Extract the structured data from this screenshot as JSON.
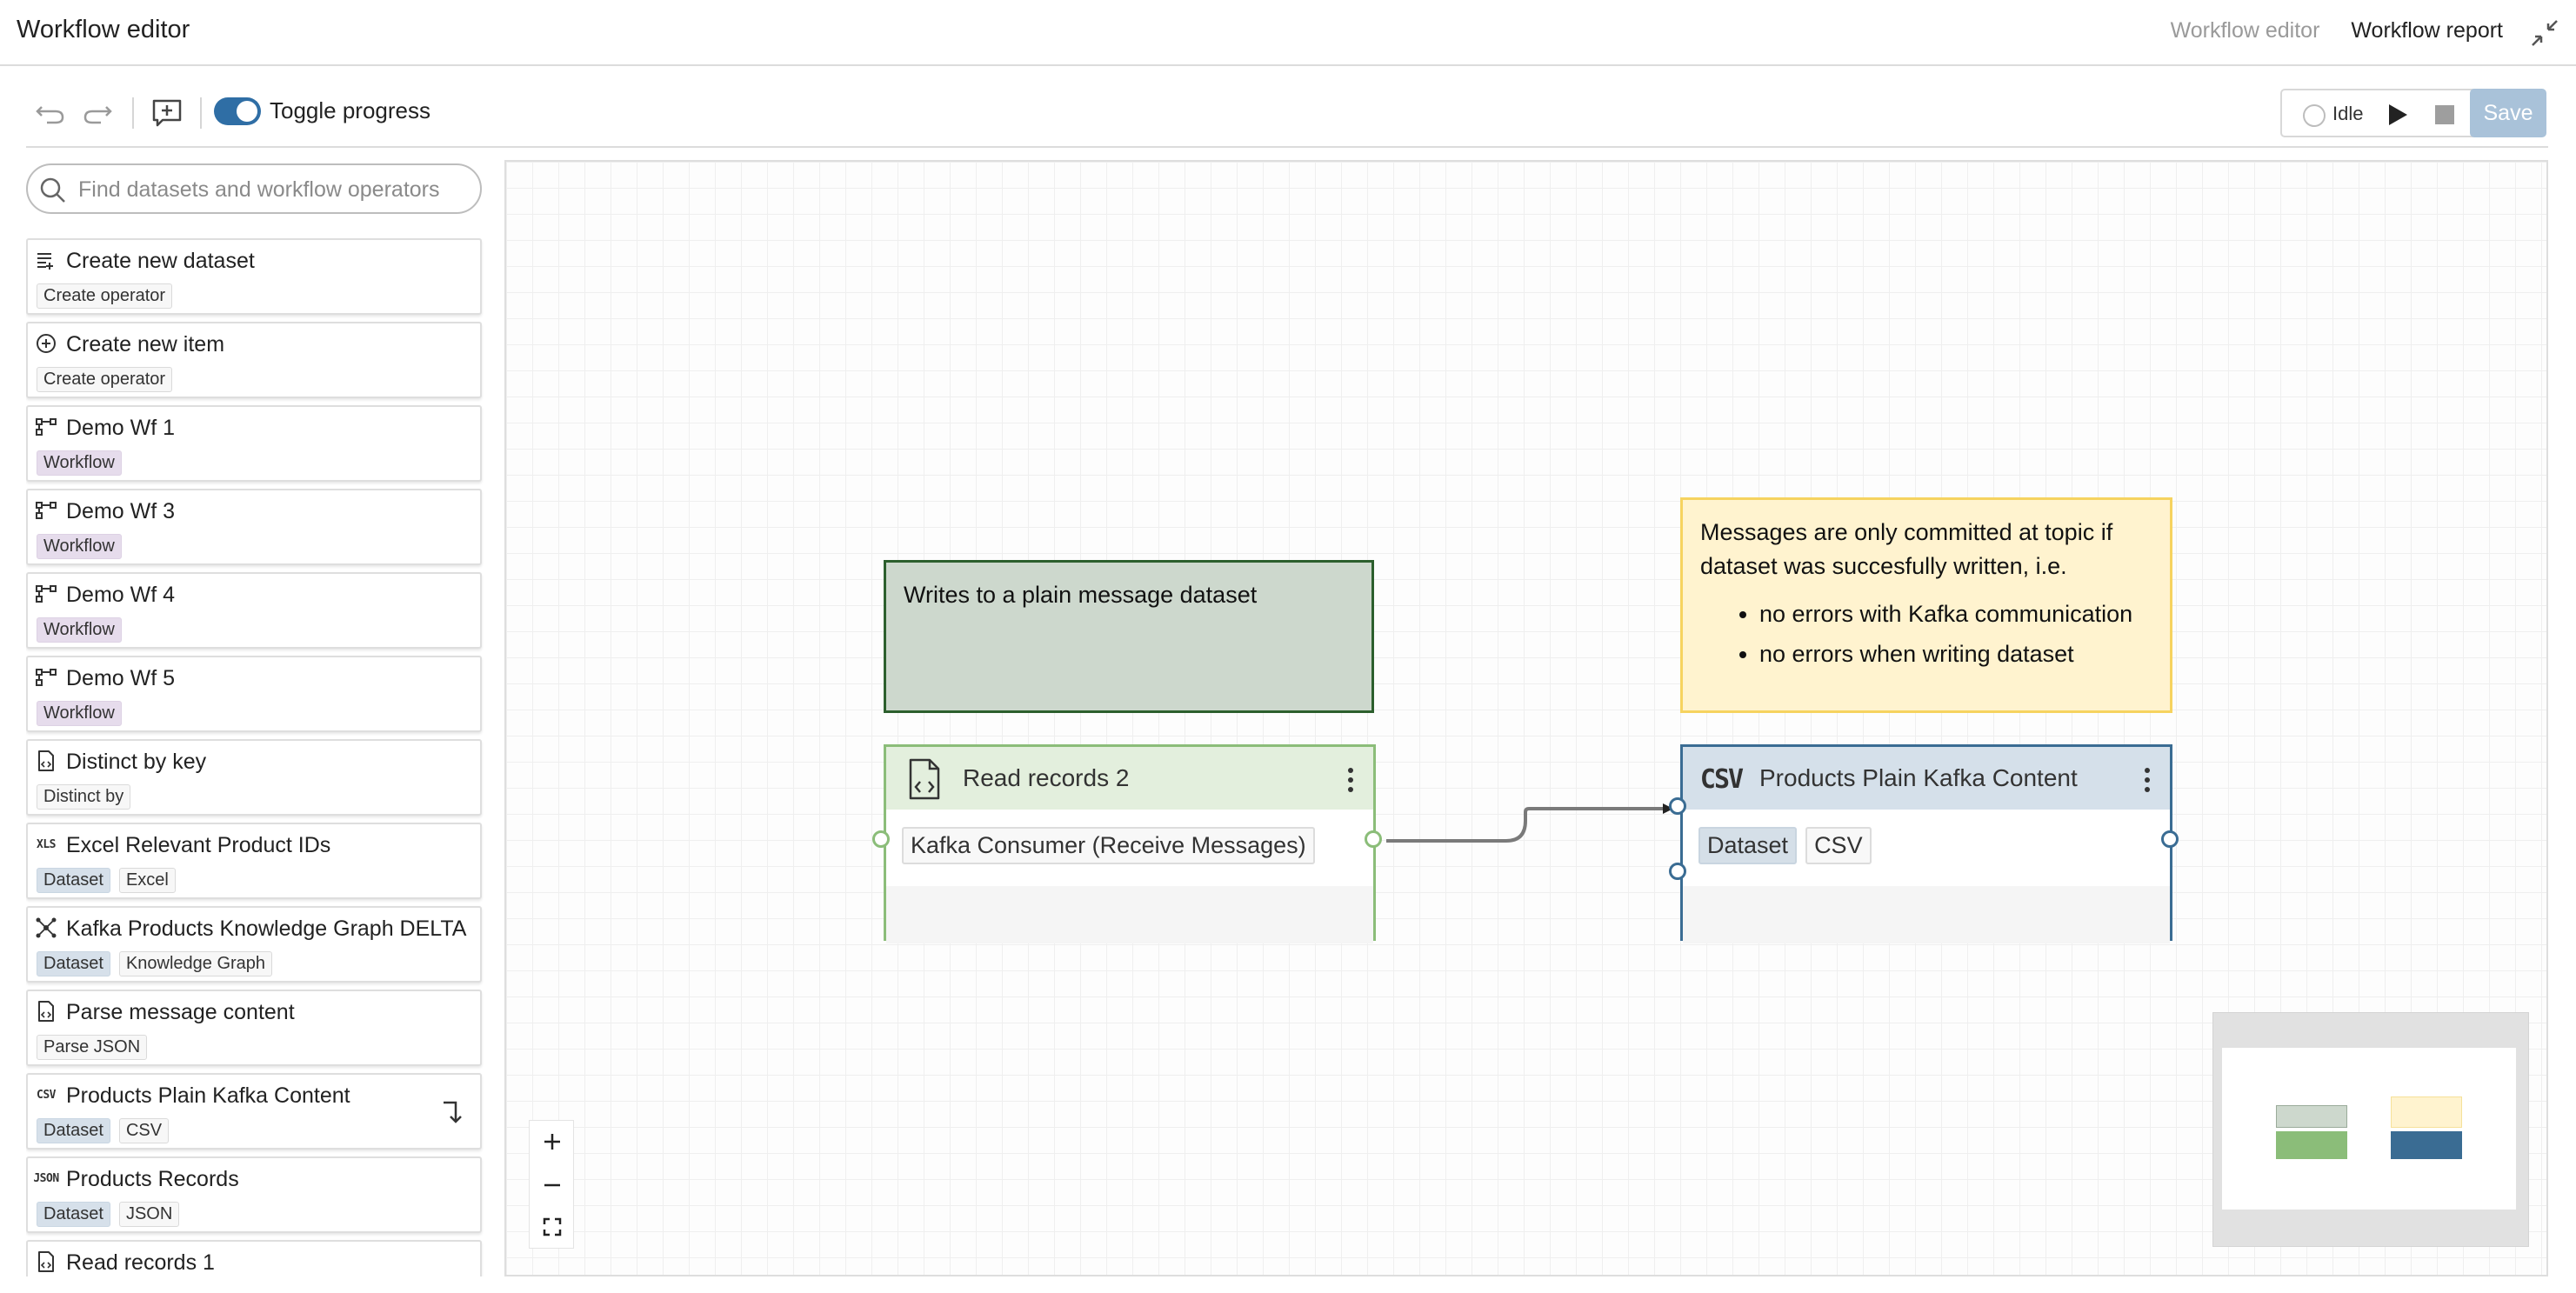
{
  "app": {
    "title": "Workflow editor",
    "nav": [
      "Workflow editor",
      "Workflow report"
    ]
  },
  "toolbar": {
    "toggle_label": "Toggle progress",
    "toggle_on": true,
    "status_label": "Idle",
    "save_label": "Save"
  },
  "search": {
    "placeholder": "Find datasets and workflow operators",
    "value": ""
  },
  "items": [
    {
      "title": "Create new dataset",
      "icon": "list-add-icon",
      "tags": [
        {
          "label": "Create operator",
          "kind": "plain"
        }
      ]
    },
    {
      "title": "Create new item",
      "icon": "plus-circle-icon",
      "tags": [
        {
          "label": "Create operator",
          "kind": "plain"
        }
      ]
    },
    {
      "title": "Demo Wf 1",
      "icon": "workflow-icon",
      "tags": [
        {
          "label": "Workflow",
          "kind": "workflow"
        }
      ]
    },
    {
      "title": "Demo Wf 3",
      "icon": "workflow-icon",
      "tags": [
        {
          "label": "Workflow",
          "kind": "workflow"
        }
      ]
    },
    {
      "title": "Demo Wf 4",
      "icon": "workflow-icon",
      "tags": [
        {
          "label": "Workflow",
          "kind": "workflow"
        }
      ]
    },
    {
      "title": "Demo Wf 5",
      "icon": "workflow-icon",
      "tags": [
        {
          "label": "Workflow",
          "kind": "workflow"
        }
      ]
    },
    {
      "title": "Distinct by key",
      "icon": "file-code-icon",
      "tags": [
        {
          "label": "Distinct by",
          "kind": "plain"
        }
      ]
    },
    {
      "title": "Excel Relevant Product IDs",
      "icon": "xls-icon",
      "icon_text": "XLS",
      "tags": [
        {
          "label": "Dataset",
          "kind": "dataset"
        },
        {
          "label": "Excel",
          "kind": "plain"
        }
      ]
    },
    {
      "title": "Kafka Products Knowledge Graph DELTA",
      "icon": "knowledge-graph-icon",
      "tags": [
        {
          "label": "Dataset",
          "kind": "dataset"
        },
        {
          "label": "Knowledge Graph",
          "kind": "plain"
        }
      ]
    },
    {
      "title": "Parse message content",
      "icon": "file-code-icon",
      "tags": [
        {
          "label": "Parse JSON",
          "kind": "plain"
        }
      ]
    },
    {
      "title": "Products Plain Kafka Content",
      "icon": "csv-icon",
      "icon_text": "CSV",
      "tags": [
        {
          "label": "Dataset",
          "kind": "dataset"
        },
        {
          "label": "CSV",
          "kind": "plain"
        }
      ],
      "insert": true
    },
    {
      "title": "Products Records",
      "icon": "json-icon",
      "icon_text": "JSON",
      "tags": [
        {
          "label": "Dataset",
          "kind": "dataset"
        },
        {
          "label": "JSON",
          "kind": "plain"
        }
      ]
    },
    {
      "title": "Read records 1",
      "icon": "file-code-icon",
      "tags": []
    }
  ],
  "canvas": {
    "sticky_green": {
      "text": "Writes to a plain message dataset"
    },
    "sticky_yellow": {
      "text": "Messages are only committed at topic if dataset was succesfully written, i.e.",
      "bullets": [
        "no errors with Kafka communication",
        "no errors when writing dataset"
      ]
    },
    "node_read": {
      "title": "Read records 2",
      "icon": "file-code-icon",
      "tags": [
        "Kafka Consumer (Receive Messages)"
      ]
    },
    "node_kafka": {
      "title": "Products Plain Kafka Content",
      "icon": "csv-icon",
      "icon_text": "CSV",
      "tags": [
        "Dataset",
        "CSV"
      ]
    }
  },
  "colors": {
    "accent": "#2f6ea5",
    "save_disabled": "#a9c2d9",
    "sticky_green_fill": "#cdd8cd",
    "sticky_green_border": "#2c5f2d",
    "sticky_yellow_fill": "#fff3cf",
    "sticky_yellow_border": "#f6d35f",
    "node_read_border": "#8bbd79",
    "node_kafka_border": "#3a6c93"
  }
}
